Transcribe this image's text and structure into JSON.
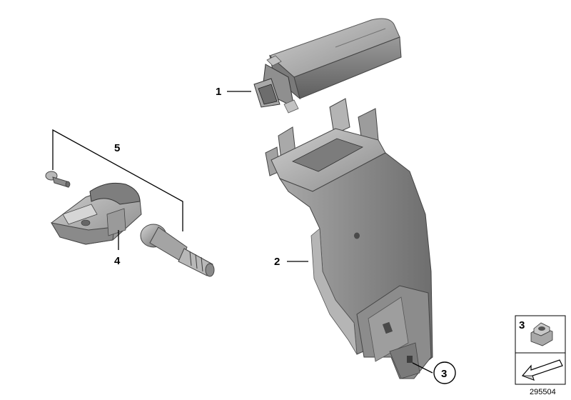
{
  "callouts": {
    "c1": "1",
    "c2": "2",
    "c3_circled": "3",
    "c4": "4",
    "c5": "5"
  },
  "legend_box": {
    "part_number": "3"
  },
  "image_id": "295504",
  "colors": {
    "part_light": "#b9b9b9",
    "part_mid": "#8e8e8e",
    "part_dark": "#5a5a5a",
    "line": "#000000"
  }
}
